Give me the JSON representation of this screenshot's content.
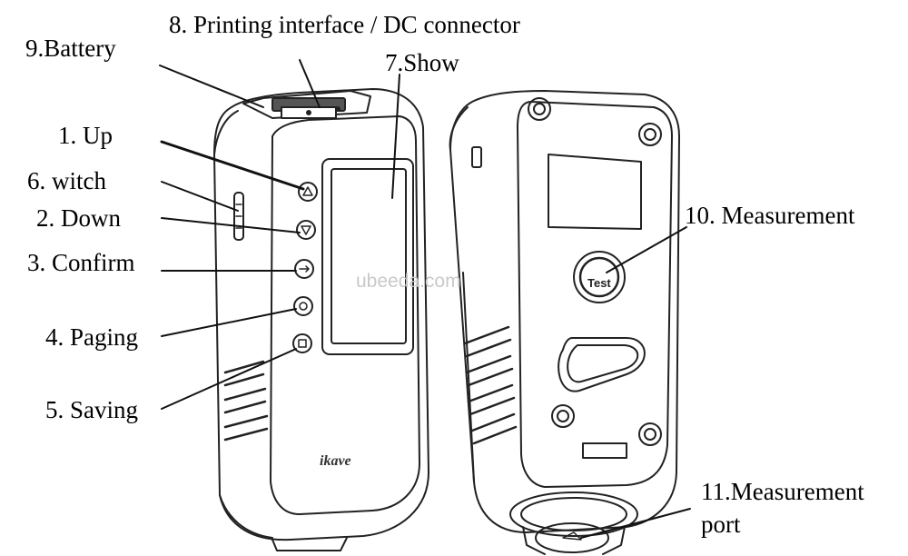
{
  "labels": {
    "printing": "8. Printing interface / DC connector",
    "battery": "9.Battery",
    "show": "7.Show",
    "up": "1. Up",
    "switch": "6. witch",
    "down": "2. Down",
    "confirm": "3. Confirm",
    "paging": "4. Paging",
    "saving": "5. Saving",
    "measurement": "10. Measurement",
    "port_line1": "11.Measurement",
    "port_line2": "port"
  },
  "watermark": "ubeeda.com",
  "brand": "ikave",
  "test_button": "Test"
}
